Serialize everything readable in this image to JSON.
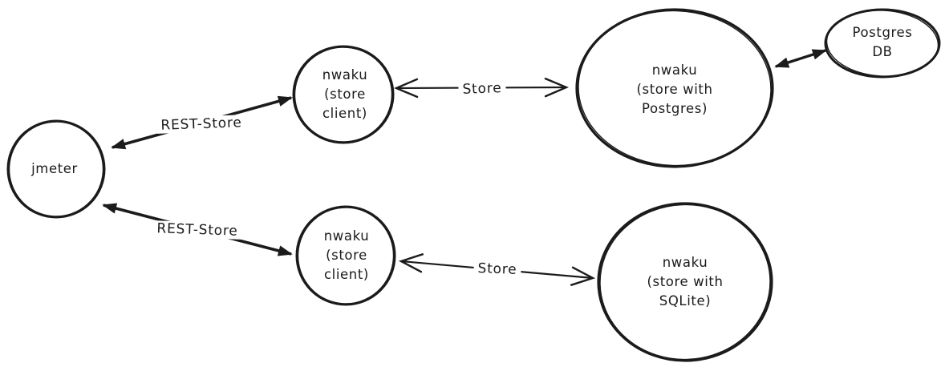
{
  "diagram": {
    "background_color": "#ffffff",
    "stroke_color": "#1b1b1b",
    "nodes": {
      "jmeter": {
        "label": "jmeter",
        "shape": "circle"
      },
      "store_client_top": {
        "label": "nwaku\n(store\nclient)",
        "shape": "circle"
      },
      "store_client_bottom": {
        "label": "nwaku\n(store\nclient)",
        "shape": "circle"
      },
      "store_postgres": {
        "label": "nwaku\n(store with\nPostgres)",
        "shape": "ellipse"
      },
      "store_sqlite": {
        "label": "nwaku\n(store with\nSQLite)",
        "shape": "circle"
      },
      "postgres_db": {
        "label": "Postgres\nDB",
        "shape": "ellipse"
      }
    },
    "edges": {
      "rest_store_top": {
        "label": "REST-Store",
        "from": "jmeter",
        "to": "store_client_top",
        "direction": "bidirectional",
        "arrowhead": "solid"
      },
      "rest_store_bottom": {
        "label": "REST-Store",
        "from": "jmeter",
        "to": "store_client_bottom",
        "direction": "bidirectional",
        "arrowhead": "solid"
      },
      "store_top": {
        "label": "Store",
        "from": "store_client_top",
        "to": "store_postgres",
        "direction": "bidirectional",
        "arrowhead": "open"
      },
      "store_bottom": {
        "label": "Store",
        "from": "store_client_bottom",
        "to": "store_sqlite",
        "direction": "bidirectional",
        "arrowhead": "open"
      },
      "postgres_db_link": {
        "label": "",
        "from": "store_postgres",
        "to": "postgres_db",
        "direction": "bidirectional",
        "arrowhead": "solid"
      }
    }
  }
}
